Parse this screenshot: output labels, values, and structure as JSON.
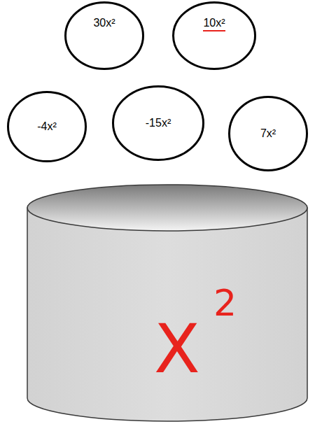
{
  "diagram": {
    "nodes": [
      {
        "text": [
          "30x²"
        ]
      },
      {
        "text": [
          "10x²"
        ]
      },
      {
        "text": [
          "-4x²"
        ]
      },
      {
        "text": [
          "-15x²"
        ]
      },
      {
        "text": [
          "7x²"
        ]
      },
      {
        "text": [
          "X",
          "2"
        ]
      }
    ]
  }
}
